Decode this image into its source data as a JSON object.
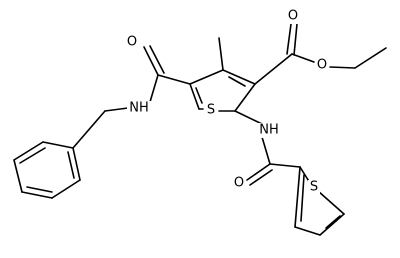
{
  "atom_labels": {
    "o_amide1": "O",
    "nh_benzyl": "NH",
    "s_core": "S",
    "o_ester_carbonyl": "O",
    "o_ester_ether": "O",
    "nh_thienyl": "NH",
    "o_amide2": "O",
    "s_thienyl": "S"
  }
}
